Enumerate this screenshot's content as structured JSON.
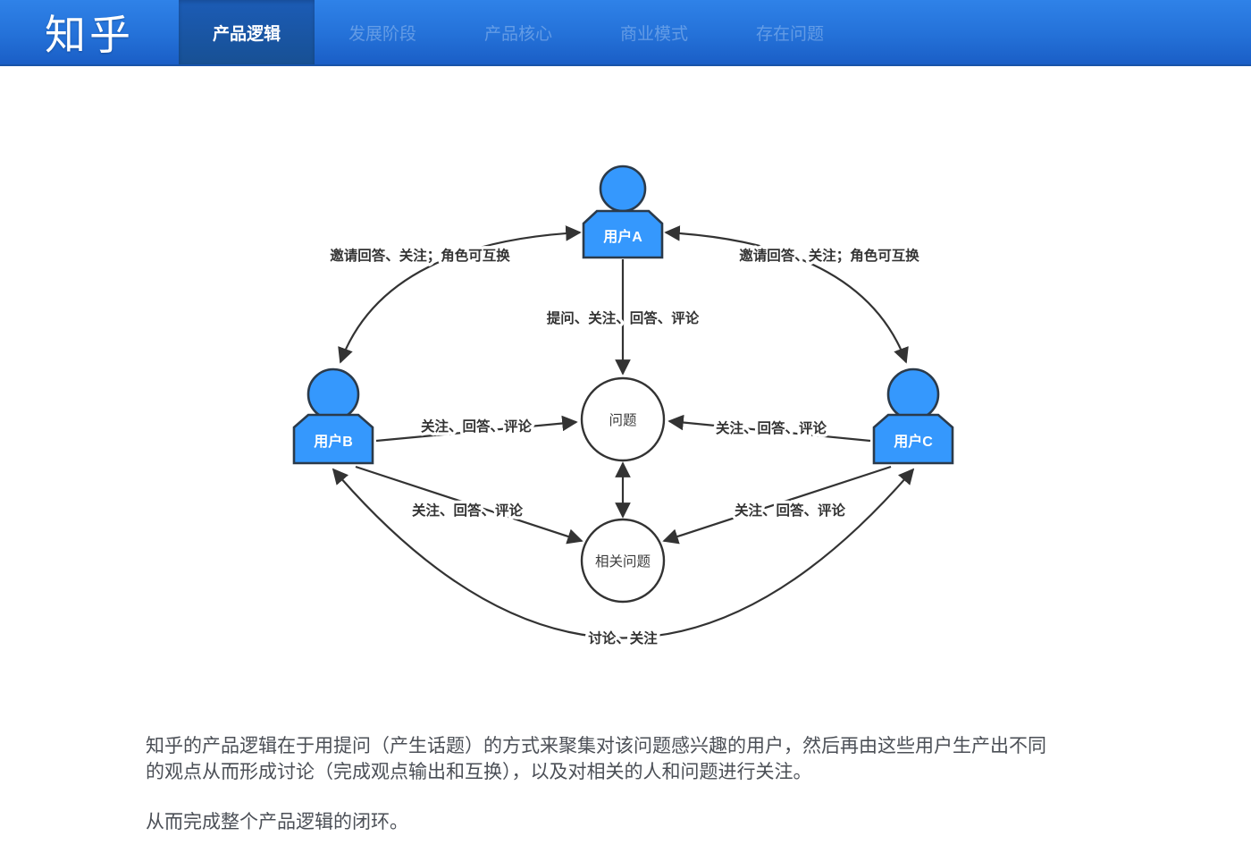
{
  "header": {
    "logo": "知乎",
    "tabs": [
      {
        "label": "产品逻辑",
        "active": true
      },
      {
        "label": "发展阶段",
        "active": false
      },
      {
        "label": "产品核心",
        "active": false
      },
      {
        "label": "商业模式",
        "active": false
      },
      {
        "label": "存在问题",
        "active": false
      }
    ]
  },
  "diagram": {
    "nodes": {
      "user_a": "用户A",
      "user_b": "用户B",
      "user_c": "用户C",
      "question": "问题",
      "related_question": "相关问题"
    },
    "edge_labels": {
      "invite_left": "邀请回答、关注；角色可互换",
      "invite_right": "邀请回答、关注；角色可互换",
      "ask_center": "提问、关注、回答、评论",
      "follow_left": "关注、回答、评论",
      "follow_right": "关注、回答、评论",
      "follow_left_related": "关注、回答、评论",
      "follow_right_related": "关注、回答、评论",
      "discuss_bottom": "讨论、关注"
    },
    "colors": {
      "person_fill": "#3598fd",
      "line_stroke": "#333333",
      "node_fill": "#ffffff",
      "header_blue": "#2471d8",
      "active_tab_blue": "#1a55a6"
    }
  },
  "footer": {
    "paragraph1": "知乎的产品逻辑在于用提问（产生话题）的方式来聚集对该问题感兴趣的用户，然后再由这些用户生产出不同的观点从而形成讨论（完成观点输出和互换），以及对相关的人和问题进行关注。",
    "paragraph2": "从而完成整个产品逻辑的闭环。"
  }
}
